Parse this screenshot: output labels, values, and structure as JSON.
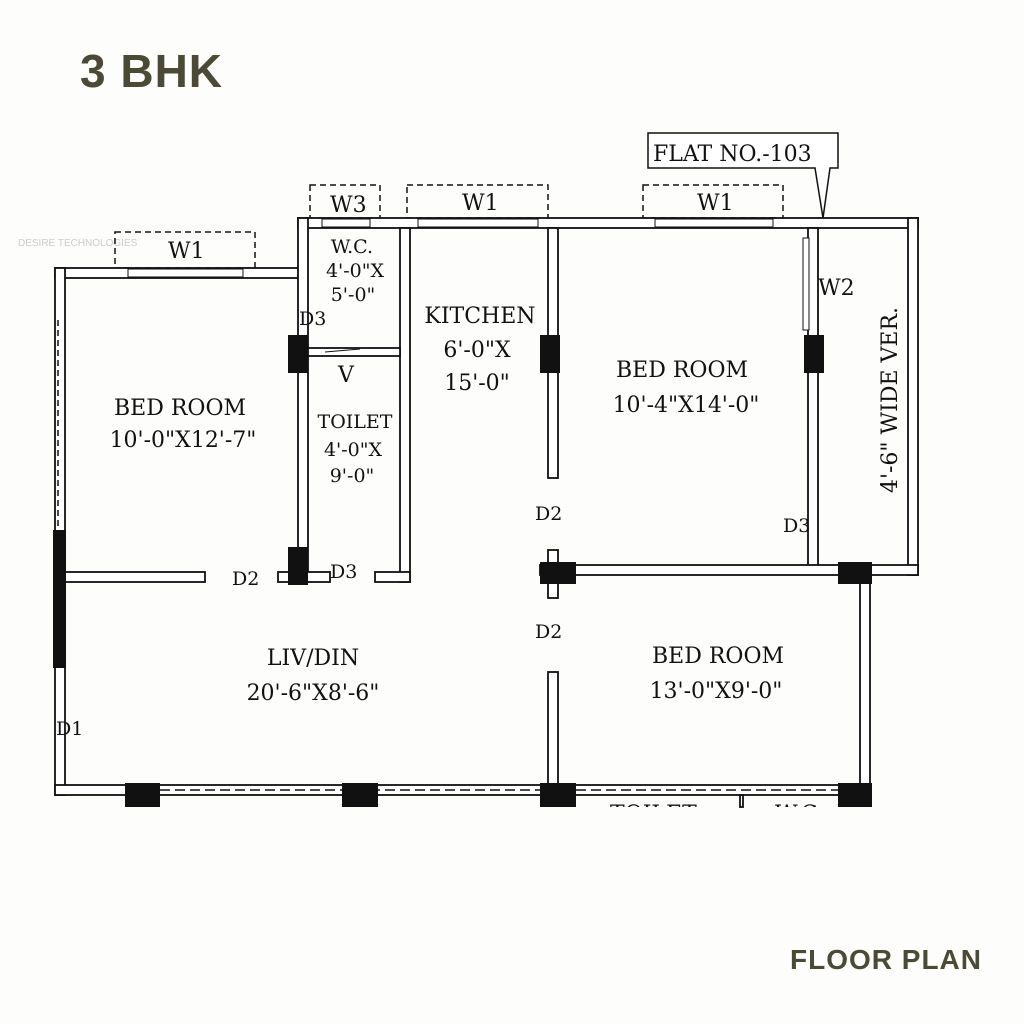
{
  "title": "3 BHK",
  "footer": "FLOOR PLAN",
  "watermark": "DESIRE TECHNOLOGIES",
  "flat_label": "FLAT NO.-103",
  "rooms": {
    "bed1": {
      "name": "BED ROOM",
      "size": "10'-0\"X12'-7\""
    },
    "wc": {
      "name": "W.C.",
      "size1": "4'-0\"X",
      "size2": "5'-0\""
    },
    "toilet": {
      "name": "TOILET",
      "size1": "4'-0\"X",
      "size2": "9'-0\""
    },
    "kitchen": {
      "name": "KITCHEN",
      "size1": "6'-0\"X",
      "size2": "15'-0\""
    },
    "bed2": {
      "name": "BED ROOM",
      "size": "10'-4\"X14'-0\""
    },
    "verandah": {
      "name": "4'-6\" WIDE VER."
    },
    "livdin": {
      "name": "LIV/DIN",
      "size": "20'-6\"X8'-6\""
    },
    "bed3": {
      "name": "BED ROOM",
      "size": "13'-0\"X9'-0\""
    },
    "bottom_toilet": "TOILET",
    "bottom_wc": "W.C"
  },
  "tags": {
    "w1": "W1",
    "w2": "W2",
    "w3": "W3",
    "v": "V",
    "d1": "D1",
    "d2": "D2",
    "d3": "D3"
  }
}
